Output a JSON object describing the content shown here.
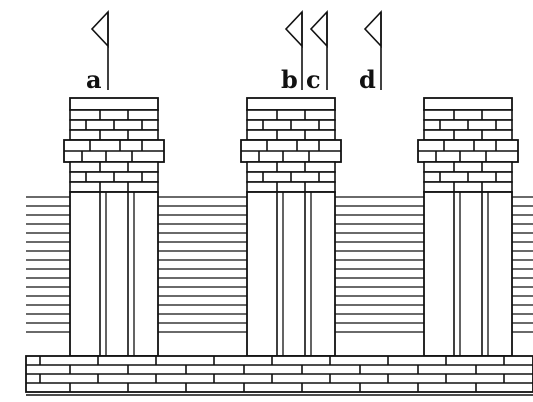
{
  "diagram": {
    "flags": [
      {
        "label": "a"
      },
      {
        "label": "b"
      },
      {
        "label": "c"
      },
      {
        "label": "d"
      }
    ],
    "towers": [
      {
        "id": "left"
      },
      {
        "id": "middle"
      },
      {
        "id": "right"
      }
    ],
    "colors": {
      "ink": "#111111",
      "paper": "#ffffff"
    }
  }
}
